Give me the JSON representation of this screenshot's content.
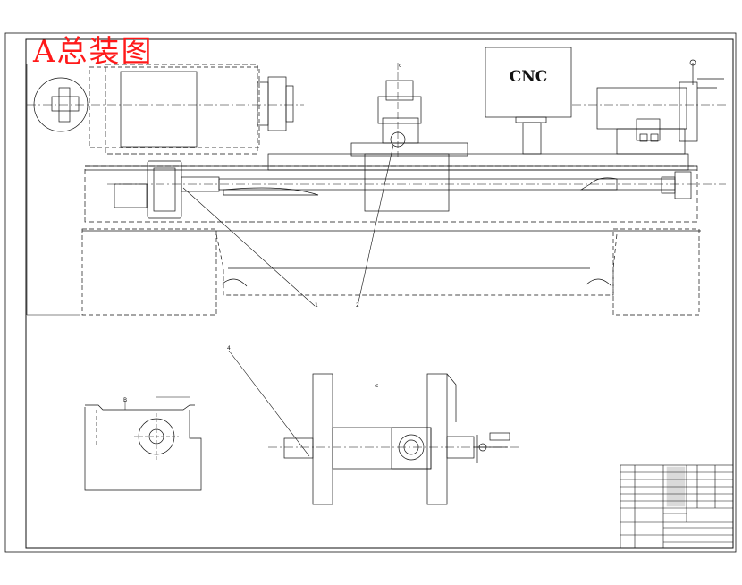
{
  "title": "A总装图",
  "cnc_label": "CNC",
  "labels": {
    "c_top": "c",
    "c_view": "c",
    "leader_1": "1",
    "leader_2": "2",
    "leader_4": "4",
    "dim_b": "B"
  }
}
